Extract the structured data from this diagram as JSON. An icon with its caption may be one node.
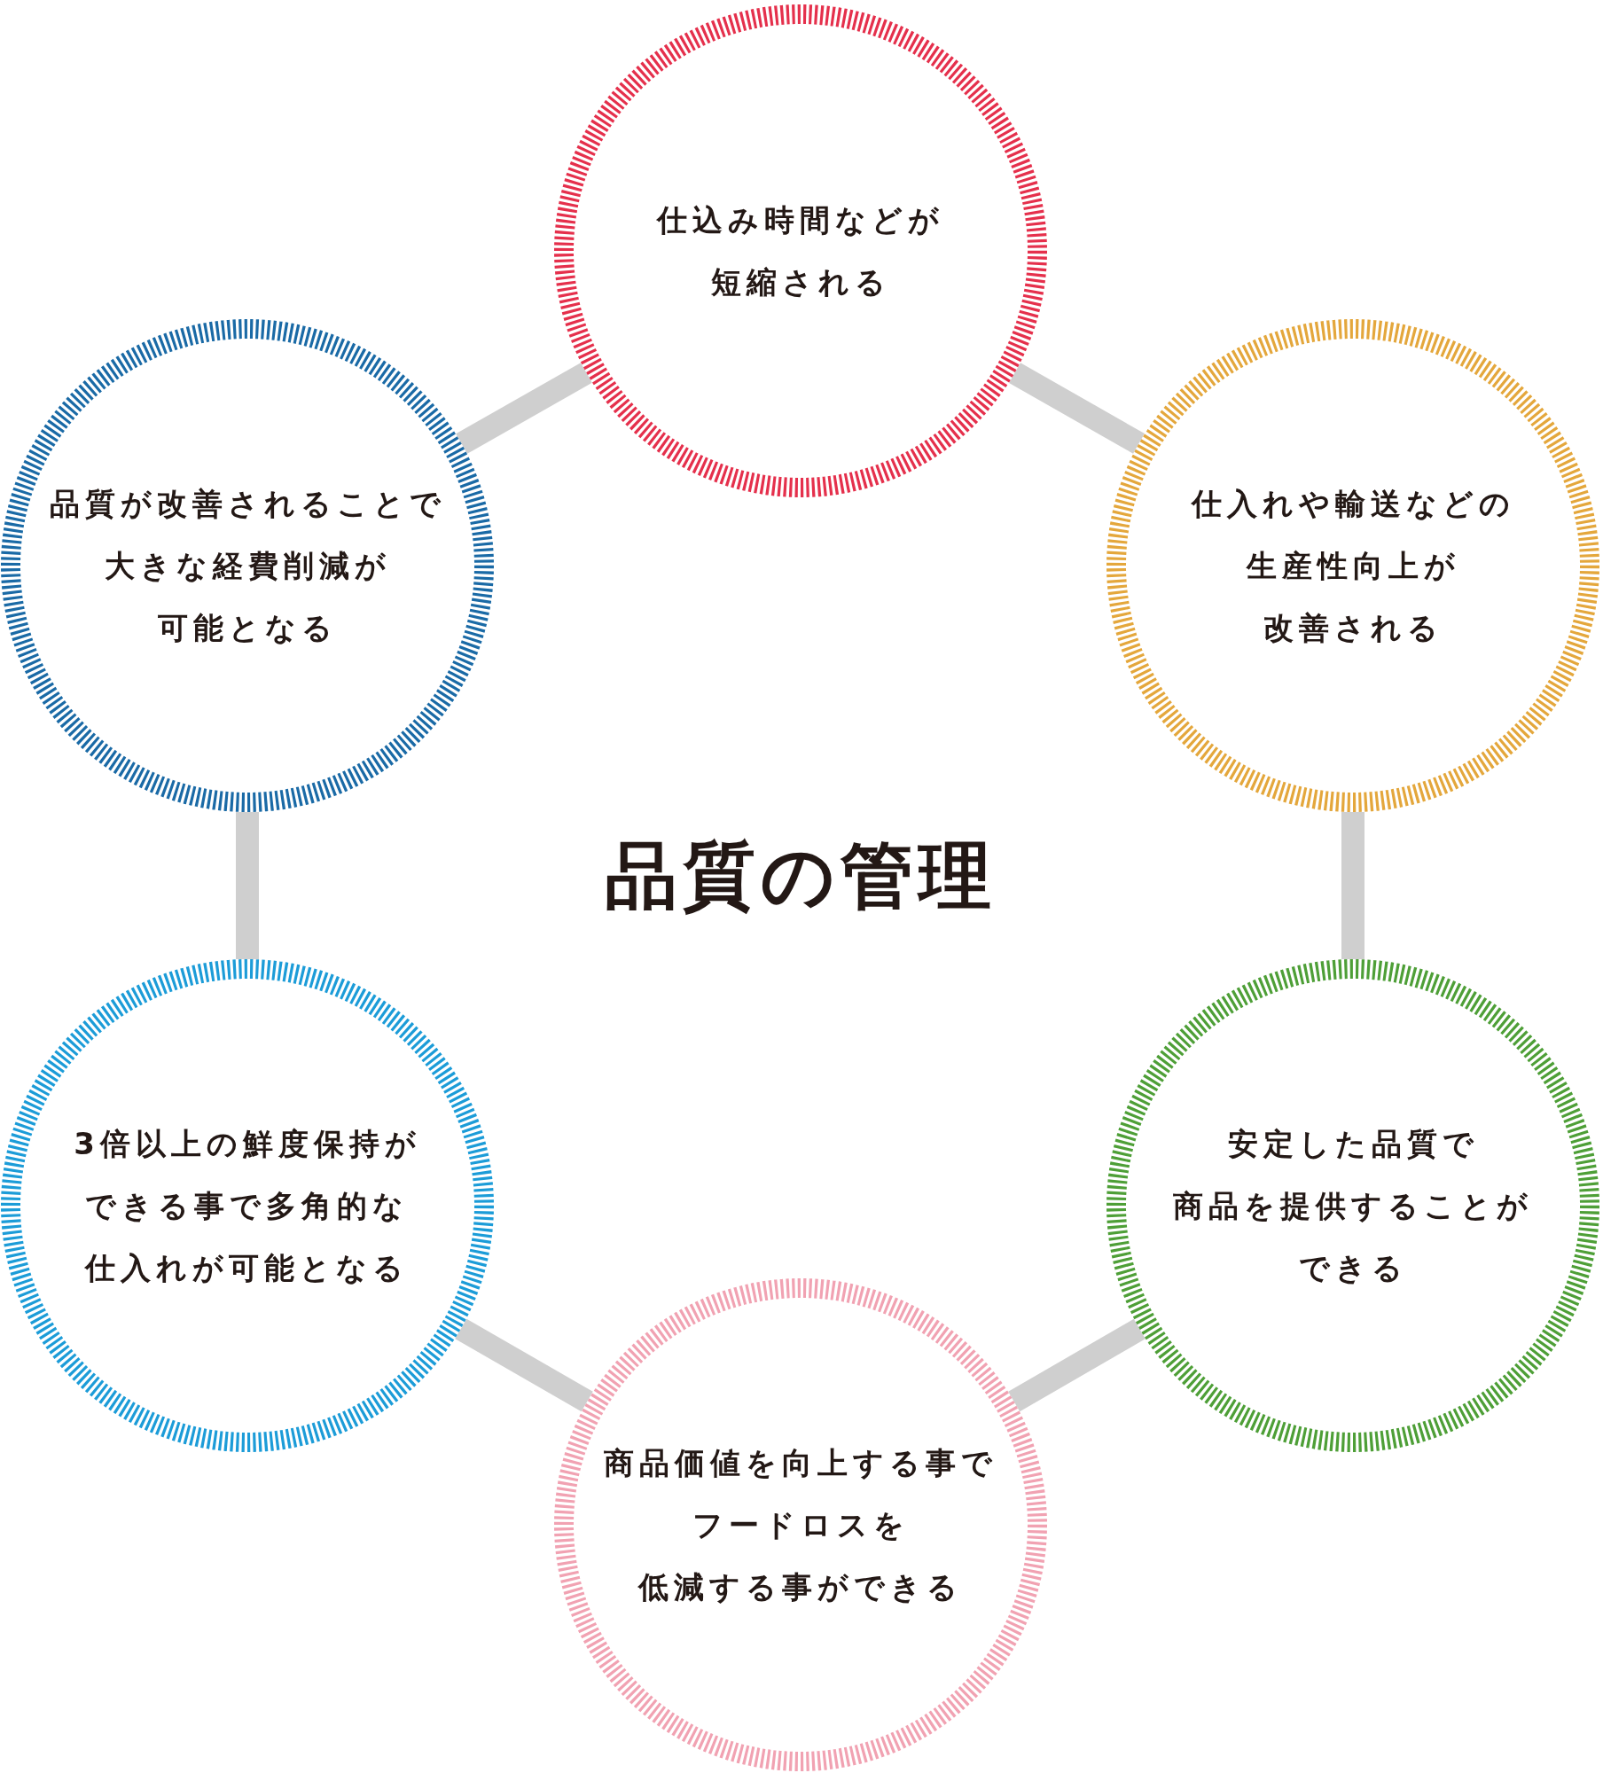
{
  "diagram": {
    "title": "品質の管理",
    "nodes": [
      {
        "text": [
          "仕込み時間などが短縮される"
        ]
      },
      {
        "text": [
          "仕入れや輸送などの生産性向上が改善される"
        ]
      },
      {
        "text": [
          "安定した品質で商品を提供することができる"
        ]
      },
      {
        "text": [
          "商品価値を向上する事でフードロスを低減する事ができる"
        ]
      },
      {
        "text": [
          "3倍以上の鮮度保持ができる事で多角的な仕入れが可能となる"
        ]
      },
      {
        "text": [
          "品質が改善されることで大きな経費削減が可能となる"
        ]
      }
    ],
    "edges": [
      {
        "from": 0,
        "to": 1,
        "arrow": "none"
      },
      {
        "from": 1,
        "to": 2,
        "arrow": "none"
      },
      {
        "from": 2,
        "to": 3,
        "arrow": "none"
      },
      {
        "from": 3,
        "to": 4,
        "arrow": "none"
      },
      {
        "from": 4,
        "to": 5,
        "arrow": "none"
      },
      {
        "from": 5,
        "to": 0,
        "arrow": "none"
      }
    ]
  }
}
